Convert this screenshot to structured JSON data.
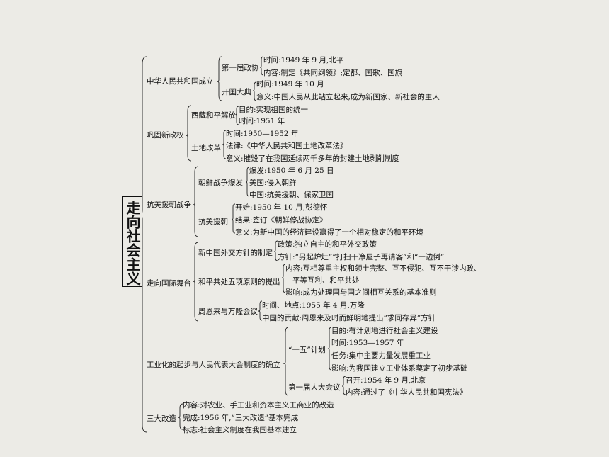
{
  "root": "走向社会主义",
  "sections": {
    "s1": {
      "label": "中华人民共和国成立",
      "a": {
        "label": "第一届政协",
        "l1": "时间:1949 年 9 月,北平",
        "l2": "内容:制定《共同纲领》;定都、国歌、国旗"
      },
      "b": {
        "label": "开国大典",
        "l1": "时间:1949 年 10 月",
        "l2": "意义:中国人民从此站立起来,成为新国家、新社会的主人"
      }
    },
    "s2": {
      "label": "巩固新政权",
      "a": {
        "label": "西藏和平解放",
        "l1": "目的:实现祖国的统一",
        "l2": "时间:1951 年"
      },
      "b": {
        "label": "土地改革",
        "l1": "时间:1950—1952 年",
        "l2": "法律:《中华人民共和国土地改革法》",
        "l3": "意义:摧毁了在我国延续两千多年的封建土地剥削制度"
      }
    },
    "s3": {
      "label": "抗美援朝战争",
      "a": {
        "label": "朝鲜战争爆发",
        "l1": "爆发:1950 年 6 月 25 日",
        "l2": "美国:侵入朝鲜",
        "l3": "中国:抗美援朝、保家卫国"
      },
      "b": {
        "label": "抗美援朝",
        "l1": "开始:1950 年 10 月,彭德怀",
        "l2": "结果:签订《朝鲜停战协定》",
        "l3": "意义:为新中国的经济建设赢得了一个相对稳定的和平环境"
      }
    },
    "s4": {
      "label": "走向国际舞台",
      "a": {
        "label": "新中国外交方针的制定",
        "l1": "政策:独立自主的和平外交政策",
        "l2": "方针:“另起炉灶”“打扫干净屋子再请客”和“一边倒”"
      },
      "b": {
        "label": "和平共处五项原则的提出",
        "l1": "内容:互相尊重主权和领土完整、互不侵犯、互不干涉内政、",
        "l1b": "平等互利、和平共处",
        "l2": "影响:成为处理国与国之间相互关系的基本准则"
      },
      "c": {
        "label": "周恩来与万隆会议",
        "l1": "时间、地点:1955 年 4 月,万隆",
        "l2": "中国的贡献:周恩来及时而鲜明地提出“求同存异”方针"
      }
    },
    "s5": {
      "label": "工业化的起步与人民代表大会制度的确立",
      "a": {
        "label": "“一五”计划",
        "l1": "目的:有计划地进行社会主义建设",
        "l2": "时间:1953—1957 年",
        "l3": "任务:集中主要力量发展重工业",
        "l4": "影响:为我国建立工业体系奠定了初步基础"
      },
      "b": {
        "label": "第一届人大会议",
        "l1": "召开:1954 年 9 月,北京",
        "l2": "内容:通过了《中华人民共和国宪法》"
      }
    },
    "s6": {
      "label": "三大改造",
      "l1": "内容:对农业、手工业和资本主义工商业的改造",
      "l2": "完成:1956 年,“三大改造”基本完成",
      "l3": "标志:社会主义制度在我国基本建立"
    }
  }
}
